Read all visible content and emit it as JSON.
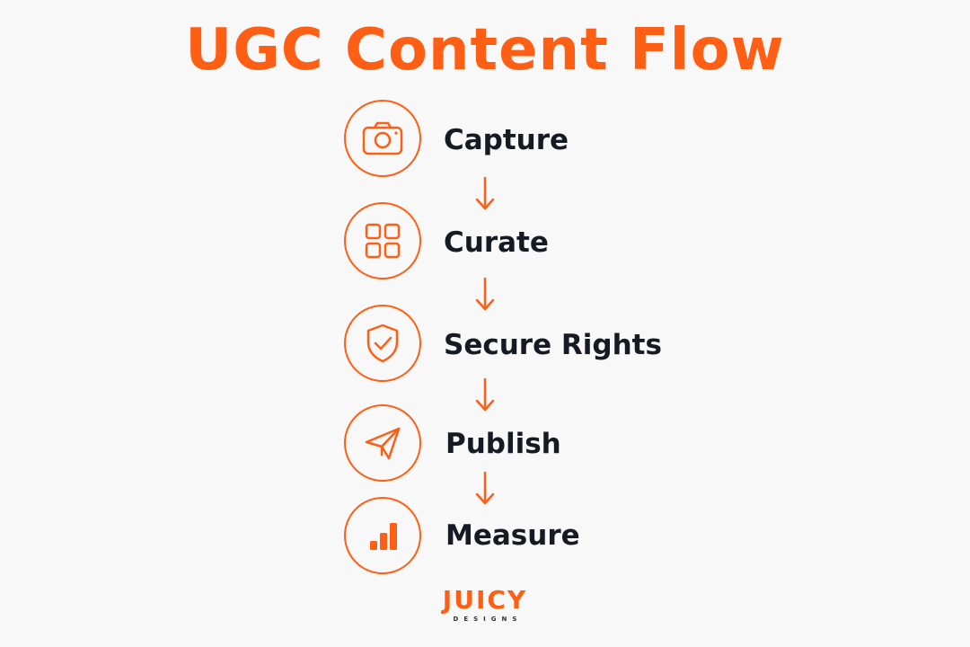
{
  "title": "UGC Content Flow",
  "accent_color": "#ff5f14",
  "text_color": "#161a23",
  "background_color": "#f8f8f8",
  "steps": [
    {
      "label": "Capture",
      "icon": "camera-icon"
    },
    {
      "label": "Curate",
      "icon": "grid-icon"
    },
    {
      "label": "Secure Rights",
      "icon": "shield-check-icon"
    },
    {
      "label": "Publish",
      "icon": "paper-plane-icon"
    },
    {
      "label": "Measure",
      "icon": "bar-chart-icon"
    }
  ],
  "connector_icon": "arrow-down-icon",
  "logo": {
    "main": "JUICY",
    "sub": "DESIGNS"
  }
}
